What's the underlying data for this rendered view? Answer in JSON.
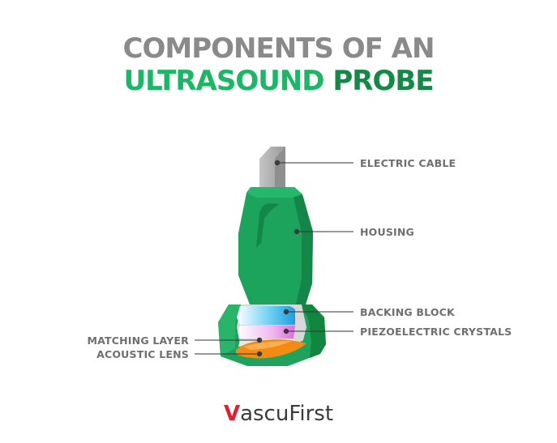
{
  "title": {
    "line1_a": "COMPONENTS",
    "line1_b": " OF AN",
    "line2_a": "ULTRASOUND",
    "line2_b": " PROBE"
  },
  "labels": {
    "electric_cable": "ELECTRIC CABLE",
    "housing": "HOUSING",
    "backing_block": "BACKING BLOCK",
    "piezoelectric_crystals": "PIEZOELECTRIC CRYSTALS",
    "matching_layer": "MATCHING LAYER",
    "acoustic_lens": "ACOUSTIC LENS"
  },
  "logo": {
    "v": "V",
    "rest": "ascuFirst"
  },
  "colors": {
    "housing_green": "#19a05a",
    "housing_dark": "#0f7a40",
    "cable_gray": "#a9a9a9",
    "backing_blue": "#4fc3f0",
    "crystals_pink": "#e9a4e6",
    "lens_orange": "#f58a13",
    "logo_red": "#e21f2f"
  }
}
